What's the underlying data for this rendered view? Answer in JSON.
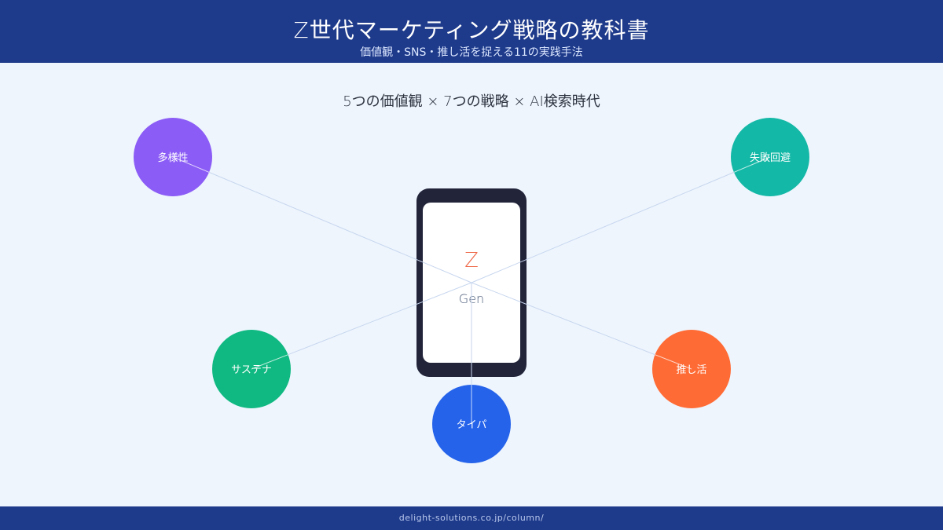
{
  "header": {
    "title": "Z世代マーケティング戦略の教科書",
    "subtitle": "価値観・SNS・推し活を捉える11の実践手法"
  },
  "caption": "5つの価値観 × 7つの戦略 × AI検索時代",
  "phone": {
    "letter": "Z",
    "label": "Gen",
    "letter_color": "#ef6a4a"
  },
  "nodes": [
    {
      "label": "多様性",
      "color": "#8b5cf6"
    },
    {
      "label": "失敗回避",
      "color": "#14b8a6"
    },
    {
      "label": "サステナ",
      "color": "#10b981"
    },
    {
      "label": "推し活",
      "color": "#ff6b35"
    },
    {
      "label": "タイパ",
      "color": "#2563eb"
    }
  ],
  "footer": {
    "url": "delight-solutions.co.jp/column/"
  }
}
